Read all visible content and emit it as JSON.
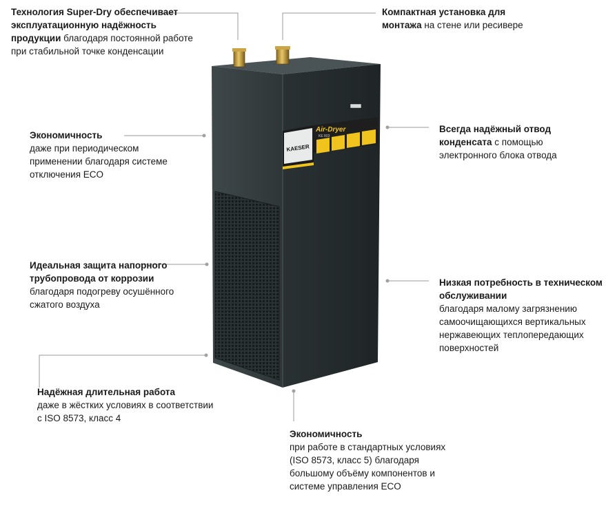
{
  "callouts": {
    "top_left": {
      "bold": "Технология Super-Dry обеспечивает эксплуатационную надёжность продукции",
      "normal": " благодаря постоянной работе при стабильной точке конденсации"
    },
    "top_right": {
      "bold": "Компактная установка для монтажа",
      "normal": " на стене или ресивере"
    },
    "left_1": {
      "bold": "Экономичность",
      "normal": "даже при периодическом применении благодаря системе отключения ECO"
    },
    "right_1": {
      "bold": "Всегда надёжный отвод конденсата",
      "normal": " с помощью электронного блока отвода"
    },
    "left_2": {
      "bold": "Идеальная защита напорного трубопровода от коррозии",
      "normal": " благодаря подогреву осушённого сжатого воздуха"
    },
    "right_2": {
      "bold": "Низкая потребность в техническом обслуживании",
      "normal": "благодаря малому загрязнению самоочищающихся вертикальных нержавеющих теплопередающих поверхностей"
    },
    "bottom_left": {
      "bold": "Надёжная длительная работа",
      "normal": "даже в жёстких условиях в соответствии с ISO 8573, класс 4"
    },
    "bottom_center": {
      "bold": "Экономичность",
      "normal": "при работе в стандартных условиях (ISO 8573, класс 5) благодаря большому объёму компонентов и системе управления ECO"
    }
  },
  "device": {
    "brand": "KAESER",
    "model": "Air-Dryer",
    "model_sub": "KE 803"
  },
  "colors": {
    "body_dark": "#353d3f",
    "body_side": "#262c2e",
    "panel_yellow": "#f0c31e",
    "leader_line": "#9a9a9a"
  }
}
